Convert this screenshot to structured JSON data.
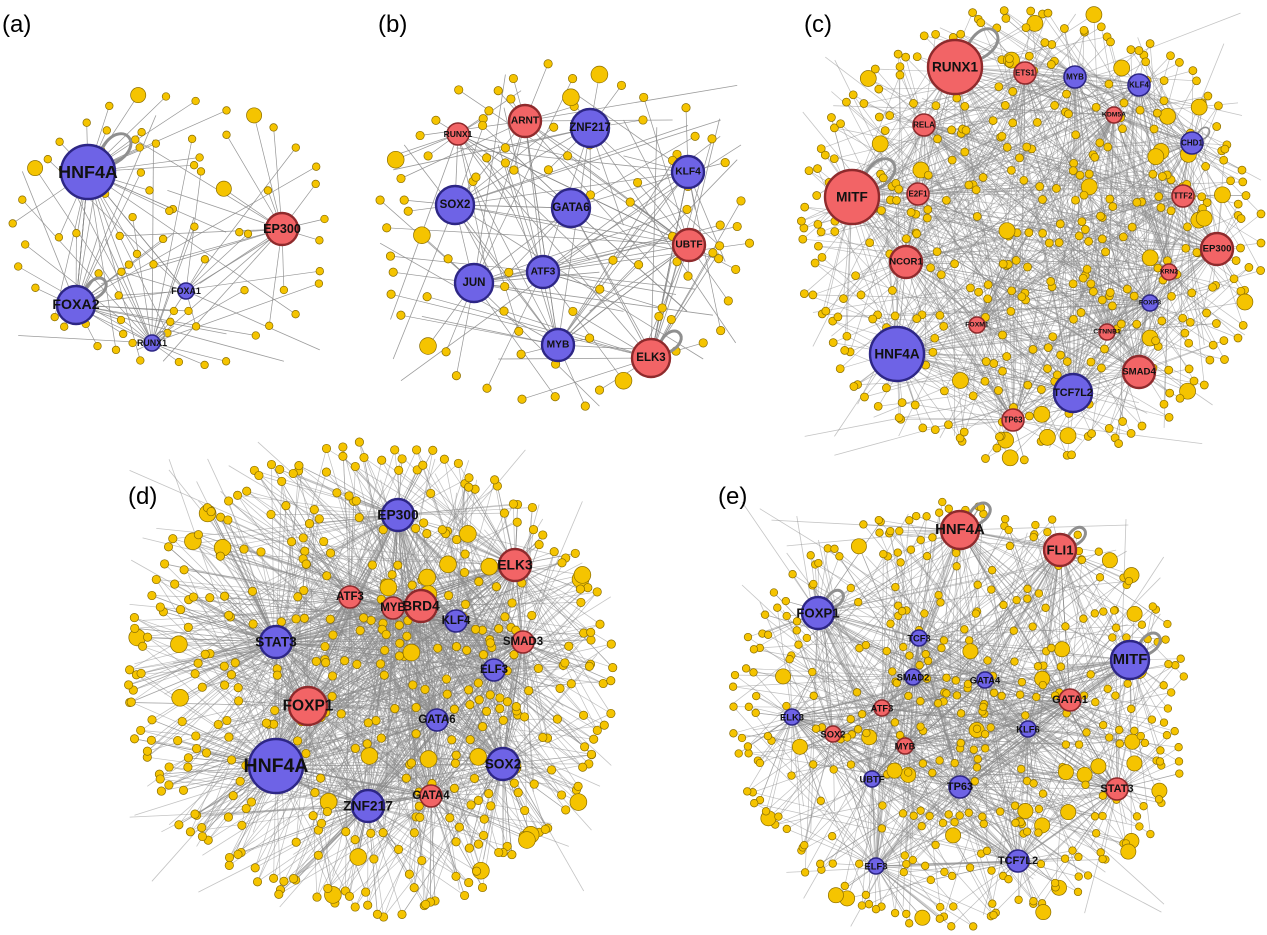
{
  "colors": {
    "edge": "#8a8a8a",
    "leaf_fill": "#f5c400",
    "leaf_stroke": "#8a6d00",
    "red_fill": "#f26466",
    "red_stroke": "#8e2a2c",
    "blue_fill": "#6e63e6",
    "blue_stroke": "#2d2685",
    "background": "#ffffff"
  },
  "panels": [
    {
      "label": "(a)",
      "hubs": [
        {
          "name": "HNF4A",
          "color": "blue",
          "size": "xl",
          "self_loop": true
        },
        {
          "name": "FOXA2",
          "color": "blue",
          "size": "l",
          "self_loop": true
        },
        {
          "name": "EP300",
          "color": "red",
          "size": "m",
          "self_loop": false
        },
        {
          "name": "FOXA1",
          "color": "blue",
          "size": "xs",
          "self_loop": false
        },
        {
          "name": "RUNX1",
          "color": "blue",
          "size": "xs",
          "self_loop": true
        }
      ]
    },
    {
      "label": "(b)",
      "hubs": [
        {
          "name": "RUNX1",
          "color": "red",
          "size": "s",
          "self_loop": false
        },
        {
          "name": "ARNT",
          "color": "red",
          "size": "m",
          "self_loop": false
        },
        {
          "name": "ZNF217",
          "color": "blue",
          "size": "l",
          "self_loop": false
        },
        {
          "name": "KLF4",
          "color": "blue",
          "size": "m",
          "self_loop": false
        },
        {
          "name": "SOX2",
          "color": "blue",
          "size": "l",
          "self_loop": false
        },
        {
          "name": "GATA6",
          "color": "blue",
          "size": "l",
          "self_loop": false
        },
        {
          "name": "UBTF",
          "color": "red",
          "size": "m",
          "self_loop": false
        },
        {
          "name": "ATF3",
          "color": "blue",
          "size": "m",
          "self_loop": false
        },
        {
          "name": "JUN",
          "color": "blue",
          "size": "l",
          "self_loop": false
        },
        {
          "name": "MYB",
          "color": "blue",
          "size": "m",
          "self_loop": false
        },
        {
          "name": "ELK3",
          "color": "red",
          "size": "l",
          "self_loop": true
        }
      ]
    },
    {
      "label": "(c)",
      "hubs": [
        {
          "name": "RUNX1",
          "color": "red",
          "size": "xl",
          "self_loop": true
        },
        {
          "name": "ETS1",
          "color": "red",
          "size": "s",
          "self_loop": false
        },
        {
          "name": "MYB",
          "color": "blue",
          "size": "s",
          "self_loop": false
        },
        {
          "name": "KLF4",
          "color": "blue",
          "size": "s",
          "self_loop": false
        },
        {
          "name": "RELA",
          "color": "red",
          "size": "s",
          "self_loop": false
        },
        {
          "name": "KDM5A",
          "color": "red",
          "size": "xs",
          "self_loop": false
        },
        {
          "name": "CHD1",
          "color": "blue",
          "size": "s",
          "self_loop": true
        },
        {
          "name": "MITF",
          "color": "red",
          "size": "xl",
          "self_loop": true
        },
        {
          "name": "E2F1",
          "color": "red",
          "size": "s",
          "self_loop": false
        },
        {
          "name": "TTF2",
          "color": "red",
          "size": "s",
          "self_loop": false
        },
        {
          "name": "EP300",
          "color": "red",
          "size": "m",
          "self_loop": false
        },
        {
          "name": "NCOR1",
          "color": "red",
          "size": "m",
          "self_loop": false
        },
        {
          "name": "XRN2",
          "color": "red",
          "size": "xs",
          "self_loop": false
        },
        {
          "name": "FOXP3",
          "color": "blue",
          "size": "xs",
          "self_loop": false
        },
        {
          "name": "FOXM1",
          "color": "red",
          "size": "xs",
          "self_loop": false
        },
        {
          "name": "CTNNB1",
          "color": "red",
          "size": "xs",
          "self_loop": false
        },
        {
          "name": "HNF4A",
          "color": "blue",
          "size": "xl",
          "self_loop": false
        },
        {
          "name": "SMAD4",
          "color": "red",
          "size": "m",
          "self_loop": false
        },
        {
          "name": "TCF7L2",
          "color": "blue",
          "size": "l",
          "self_loop": false
        },
        {
          "name": "TP63",
          "color": "red",
          "size": "s",
          "self_loop": false
        }
      ]
    },
    {
      "label": "(d)",
      "hubs": [
        {
          "name": "EP300",
          "color": "blue",
          "size": "m",
          "self_loop": false
        },
        {
          "name": "ELK3",
          "color": "red",
          "size": "m",
          "self_loop": false
        },
        {
          "name": "BRD4",
          "color": "red",
          "size": "m",
          "self_loop": false
        },
        {
          "name": "ATF3",
          "color": "red",
          "size": "s",
          "self_loop": false
        },
        {
          "name": "MYB",
          "color": "red",
          "size": "s",
          "self_loop": false
        },
        {
          "name": "KLF4",
          "color": "blue",
          "size": "s",
          "self_loop": false
        },
        {
          "name": "STAT3",
          "color": "blue",
          "size": "m",
          "self_loop": false
        },
        {
          "name": "SMAD3",
          "color": "red",
          "size": "s",
          "self_loop": false
        },
        {
          "name": "ELF3",
          "color": "blue",
          "size": "s",
          "self_loop": false
        },
        {
          "name": "FOXP1",
          "color": "red",
          "size": "l",
          "self_loop": false
        },
        {
          "name": "GATA6",
          "color": "blue",
          "size": "s",
          "self_loop": false
        },
        {
          "name": "HNF4A",
          "color": "blue",
          "size": "xl",
          "self_loop": false
        },
        {
          "name": "SOX2",
          "color": "blue",
          "size": "m",
          "self_loop": false
        },
        {
          "name": "ZNF217",
          "color": "blue",
          "size": "m",
          "self_loop": false
        },
        {
          "name": "GATA4",
          "color": "red",
          "size": "s",
          "self_loop": false
        }
      ]
    },
    {
      "label": "(e)",
      "hubs": [
        {
          "name": "HNF4A",
          "color": "red",
          "size": "l",
          "self_loop": true
        },
        {
          "name": "FLI1",
          "color": "red",
          "size": "m",
          "self_loop": true
        },
        {
          "name": "FOXP1",
          "color": "blue",
          "size": "m",
          "self_loop": true
        },
        {
          "name": "MITF",
          "color": "blue",
          "size": "l",
          "self_loop": true
        },
        {
          "name": "TCF3",
          "color": "blue",
          "size": "xs",
          "self_loop": false
        },
        {
          "name": "SMAD2",
          "color": "blue",
          "size": "xs",
          "self_loop": false
        },
        {
          "name": "GATA4",
          "color": "blue",
          "size": "xs",
          "self_loop": false
        },
        {
          "name": "GATA1",
          "color": "red",
          "size": "s",
          "self_loop": false
        },
        {
          "name": "ATF3",
          "color": "red",
          "size": "xs",
          "self_loop": false
        },
        {
          "name": "ELK3",
          "color": "blue",
          "size": "xs",
          "self_loop": false
        },
        {
          "name": "SOX2",
          "color": "red",
          "size": "xs",
          "self_loop": false
        },
        {
          "name": "KLF6",
          "color": "blue",
          "size": "xs",
          "self_loop": false
        },
        {
          "name": "MYB",
          "color": "red",
          "size": "xs",
          "self_loop": false
        },
        {
          "name": "UBTF",
          "color": "blue",
          "size": "xs",
          "self_loop": false
        },
        {
          "name": "TP63",
          "color": "blue",
          "size": "s",
          "self_loop": false
        },
        {
          "name": "STAT3",
          "color": "red",
          "size": "s",
          "self_loop": false
        },
        {
          "name": "ELF3",
          "color": "blue",
          "size": "xs",
          "self_loop": false
        },
        {
          "name": "TCF7L2",
          "color": "blue",
          "size": "s",
          "self_loop": false
        }
      ]
    }
  ]
}
